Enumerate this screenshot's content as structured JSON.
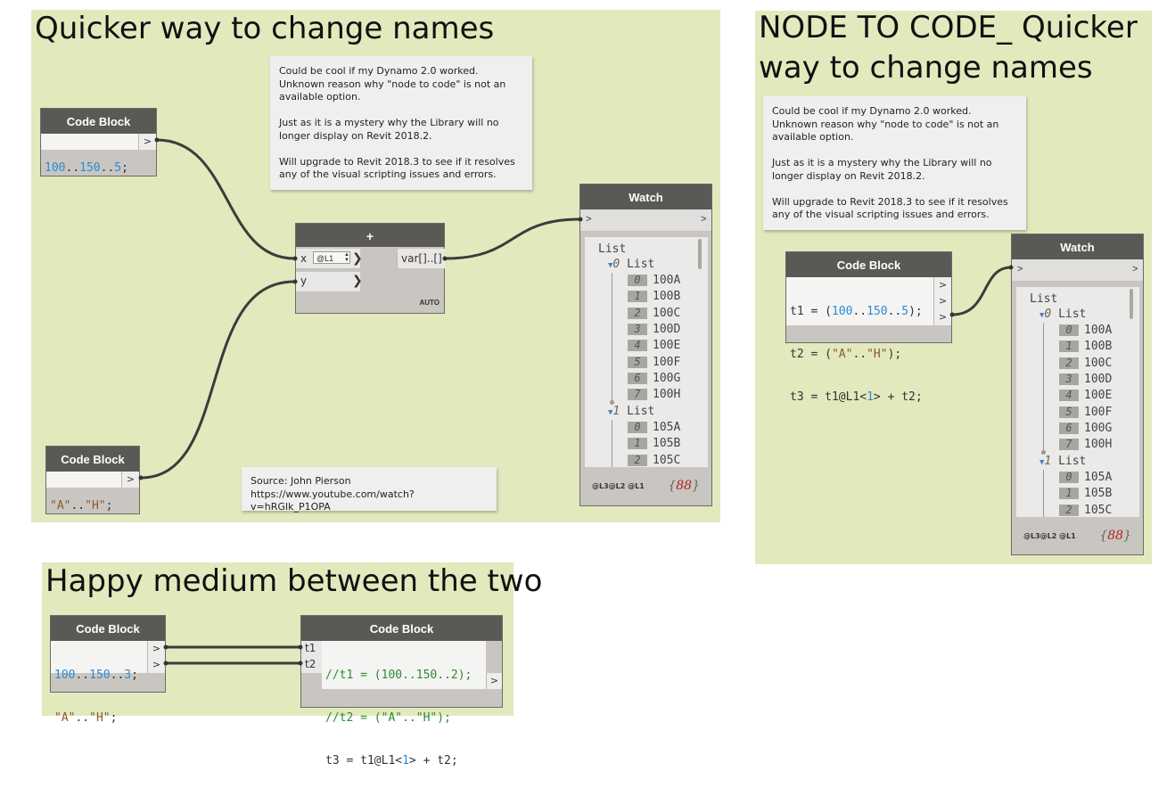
{
  "groups": [
    {
      "title": "Quicker way to change names"
    },
    {
      "title": "NODE TO CODE_ Quicker\nway to change names"
    },
    {
      "title": "Happy medium between the two"
    }
  ],
  "note": {
    "p1": "Could be cool if my Dynamo 2.0 worked. Unknown reason why \"node to code\" is not an available option.",
    "p2": "Just as it is a mystery why the Library will no longer display on Revit 2018.2.",
    "p3": "Will upgrade to Revit 2018.3 to see if it resolves any of the visual scripting issues and errors."
  },
  "source_note": {
    "line1": "Source: John Pierson",
    "line2": "https://www.youtube.com/watch?v=hRGIk_P1OPA"
  },
  "code_block_title": "Code Block",
  "watch_title": "Watch",
  "out_arrow": ">",
  "cb1": {
    "a": "100",
    "op1": "..",
    "b": "150",
    "op2": "..",
    "c": "5",
    "end": ";"
  },
  "cb2": {
    "a": "\"A\"",
    "op": "..",
    "b": "\"H\"",
    "end": ";"
  },
  "add_node": {
    "title": "+",
    "input_x": "x",
    "input_y": "y",
    "lacing_value": "@L1",
    "output": "var[]..[]",
    "lacing_mode": "AUTO"
  },
  "watch_list": {
    "root": "List",
    "sub0_index": "0",
    "sub0_label": "List",
    "items0": [
      {
        "i": "0",
        "v": "100A"
      },
      {
        "i": "1",
        "v": "100B"
      },
      {
        "i": "2",
        "v": "100C"
      },
      {
        "i": "3",
        "v": "100D"
      },
      {
        "i": "4",
        "v": "100E"
      },
      {
        "i": "5",
        "v": "100F"
      },
      {
        "i": "6",
        "v": "100G"
      },
      {
        "i": "7",
        "v": "100H"
      }
    ],
    "sub1_index": "1",
    "sub1_label": "List",
    "items1": [
      {
        "i": "0",
        "v": "105A"
      },
      {
        "i": "1",
        "v": "105B"
      },
      {
        "i": "2",
        "v": "105C"
      }
    ],
    "levels": "@L3@L2 @L1",
    "count": "88",
    "count_open": "{",
    "count_close": "}"
  },
  "n2c_code": {
    "l1": {
      "pre": "t1 = (",
      "a": "100",
      "op1": "..",
      "b": "150",
      "op2": "..",
      "c": "5",
      "post": ");"
    },
    "l2": {
      "pre": "t2 = (",
      "a": "\"A\"",
      "op": "..",
      "b": "\"H\"",
      "post": ");"
    },
    "l3": {
      "pre": "t3 = t1@L1<",
      "a": "1",
      "post": "> + t2;"
    }
  },
  "hm_cb1": {
    "l1": {
      "a": "100",
      "op1": "..",
      "b": "150",
      "op2": "..",
      "c": "3",
      "end": ";"
    },
    "l2": {
      "a": "\"A\"",
      "op": "..",
      "b": "\"H\"",
      "end": ";"
    }
  },
  "hm_cb2": {
    "in1": "t1",
    "in2": "t2",
    "l1": "//t1 = (100..150..2);",
    "l2": "//t2 = (\"A\"..\"H\");",
    "l3": {
      "pre": "t3 = t1@L1<",
      "a": "1",
      "post": "> + t2;"
    }
  }
}
